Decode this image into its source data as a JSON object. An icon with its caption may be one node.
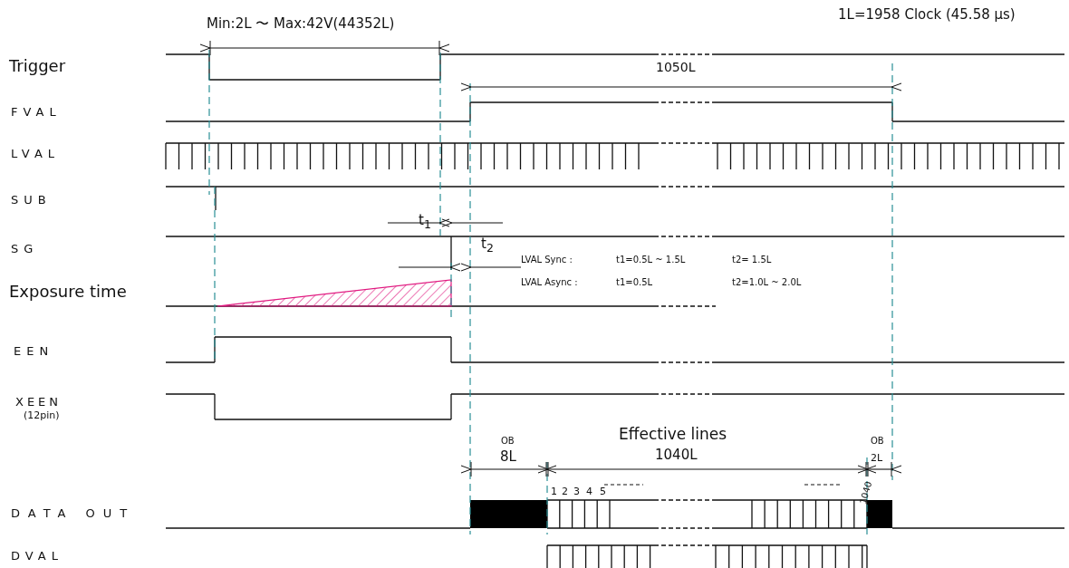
{
  "diagram": {
    "labels": [
      "Min:2L 〜 Max:42V(44352L)",
      "1L=1958 Clock (45.58 μs)",
      "Trigger",
      "1050L",
      "FVAL",
      "LVAL",
      "SUB",
      "t$_{1}$",
      "SG",
      "t$_{2}$",
      "LVAL Sync :",
      "t1=0.5L ~ 1.5L",
      "t2= 1.5L",
      "LVAL Async :",
      "t1=0.5L",
      "t2=1.0L ~ 2.0L",
      "Exposure time",
      "EEN",
      "XEEN",
      "(12pin)",
      "OB",
      "8L",
      "Effective lines",
      "1040L",
      "OB",
      "2L",
      "1",
      "2",
      "3",
      "4",
      "5",
      "1040",
      "DATA OUT",
      "DVAL"
    ]
  }
}
